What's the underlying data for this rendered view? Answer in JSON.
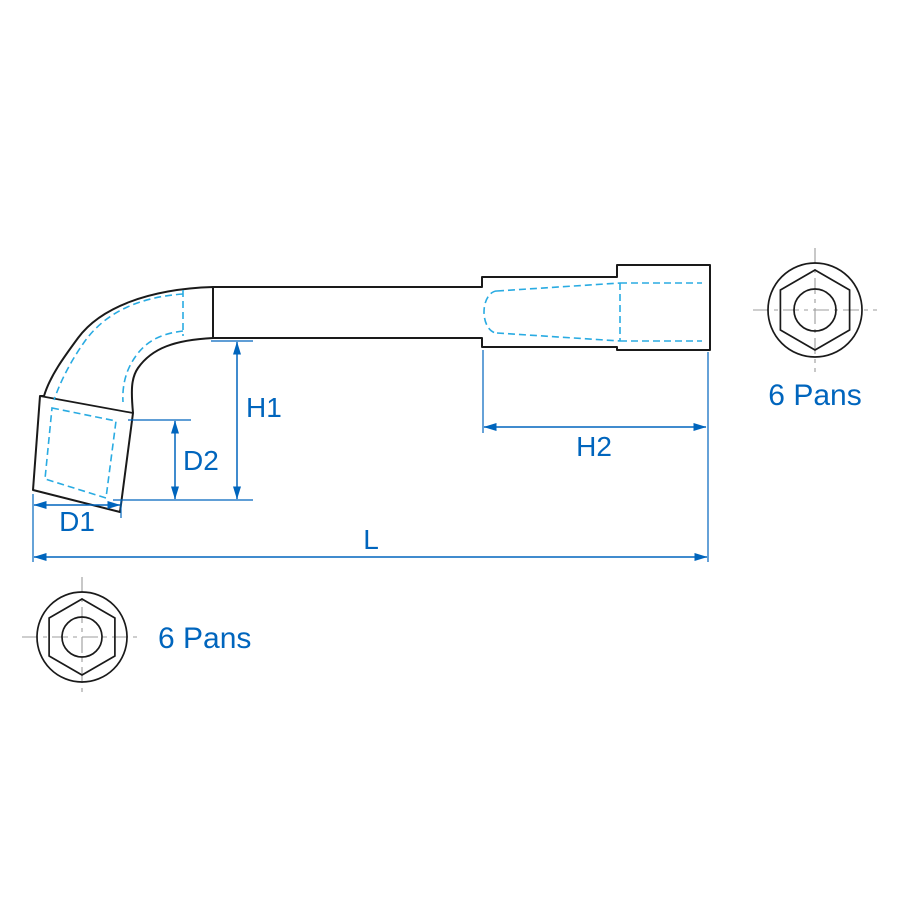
{
  "diagram": {
    "dimensions": {
      "h1": "H1",
      "d2": "D2",
      "d1": "D1",
      "h2": "H2",
      "length": "L"
    },
    "hex_sections": {
      "top_right": {
        "label": "6 Pans"
      },
      "bottom_left": {
        "label": "6 Pans"
      }
    },
    "colors": {
      "outline": "#1a1a1a",
      "hidden_line": "#29ABE2",
      "dimension": "#0065BD",
      "centerline": "#9C9C9C",
      "background": "#FFFFFF"
    }
  }
}
